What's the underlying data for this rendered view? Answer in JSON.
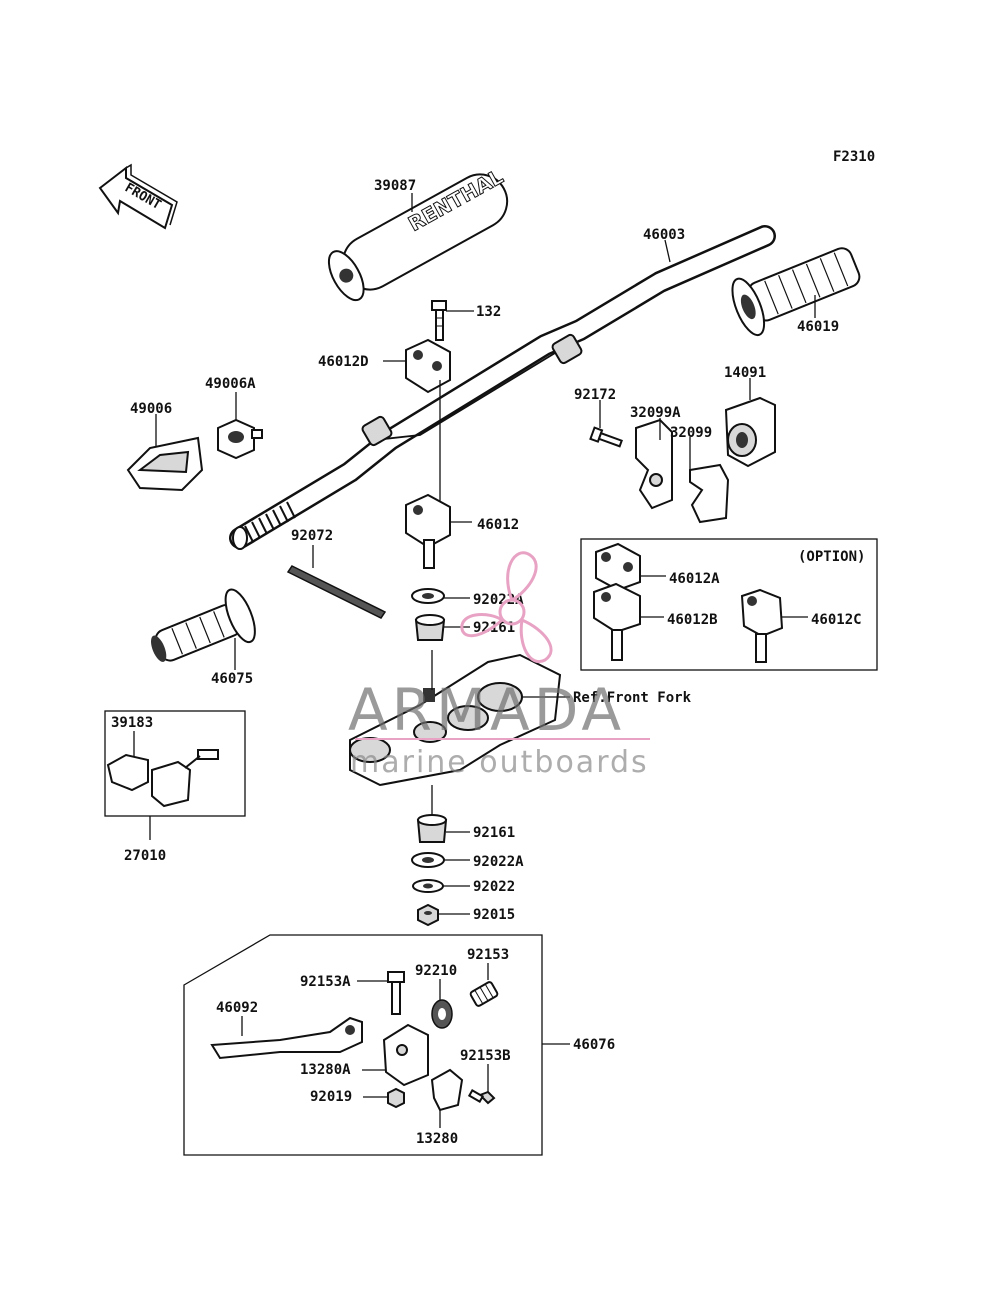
{
  "figure_code": "F2310",
  "front_label": "FRONT",
  "brand_print": "RENTHAL",
  "option_label": "(OPTION)",
  "ref_label": "Ref.Front Fork",
  "watermark": {
    "brand": "ARMADA",
    "tagline": "marine outboards",
    "accent_color": "#e8a3c4"
  },
  "parts": {
    "p39087": "39087",
    "p46003": "46003",
    "p132": "132",
    "p46012D": "46012D",
    "p46019": "46019",
    "p14091": "14091",
    "p49006A": "49006A",
    "p49006": "49006",
    "p92172": "92172",
    "p32099A": "32099A",
    "p32099": "32099",
    "p46012": "46012",
    "p92072": "92072",
    "p92022A_top": "92022A",
    "p92161_top": "92161",
    "p46075": "46075",
    "p46012A": "46012A",
    "p46012B": "46012B",
    "p46012C": "46012C",
    "p39183": "39183",
    "p27010": "27010",
    "p92161_bot": "92161",
    "p92022A_bot": "92022A",
    "p92022": "92022",
    "p92015": "92015",
    "p92153": "92153",
    "p92153A": "92153A",
    "p92210": "92210",
    "p46092": "46092",
    "p46076": "46076",
    "p92153B": "92153B",
    "p13280A": "13280A",
    "p92019": "92019",
    "p13280": "13280"
  }
}
